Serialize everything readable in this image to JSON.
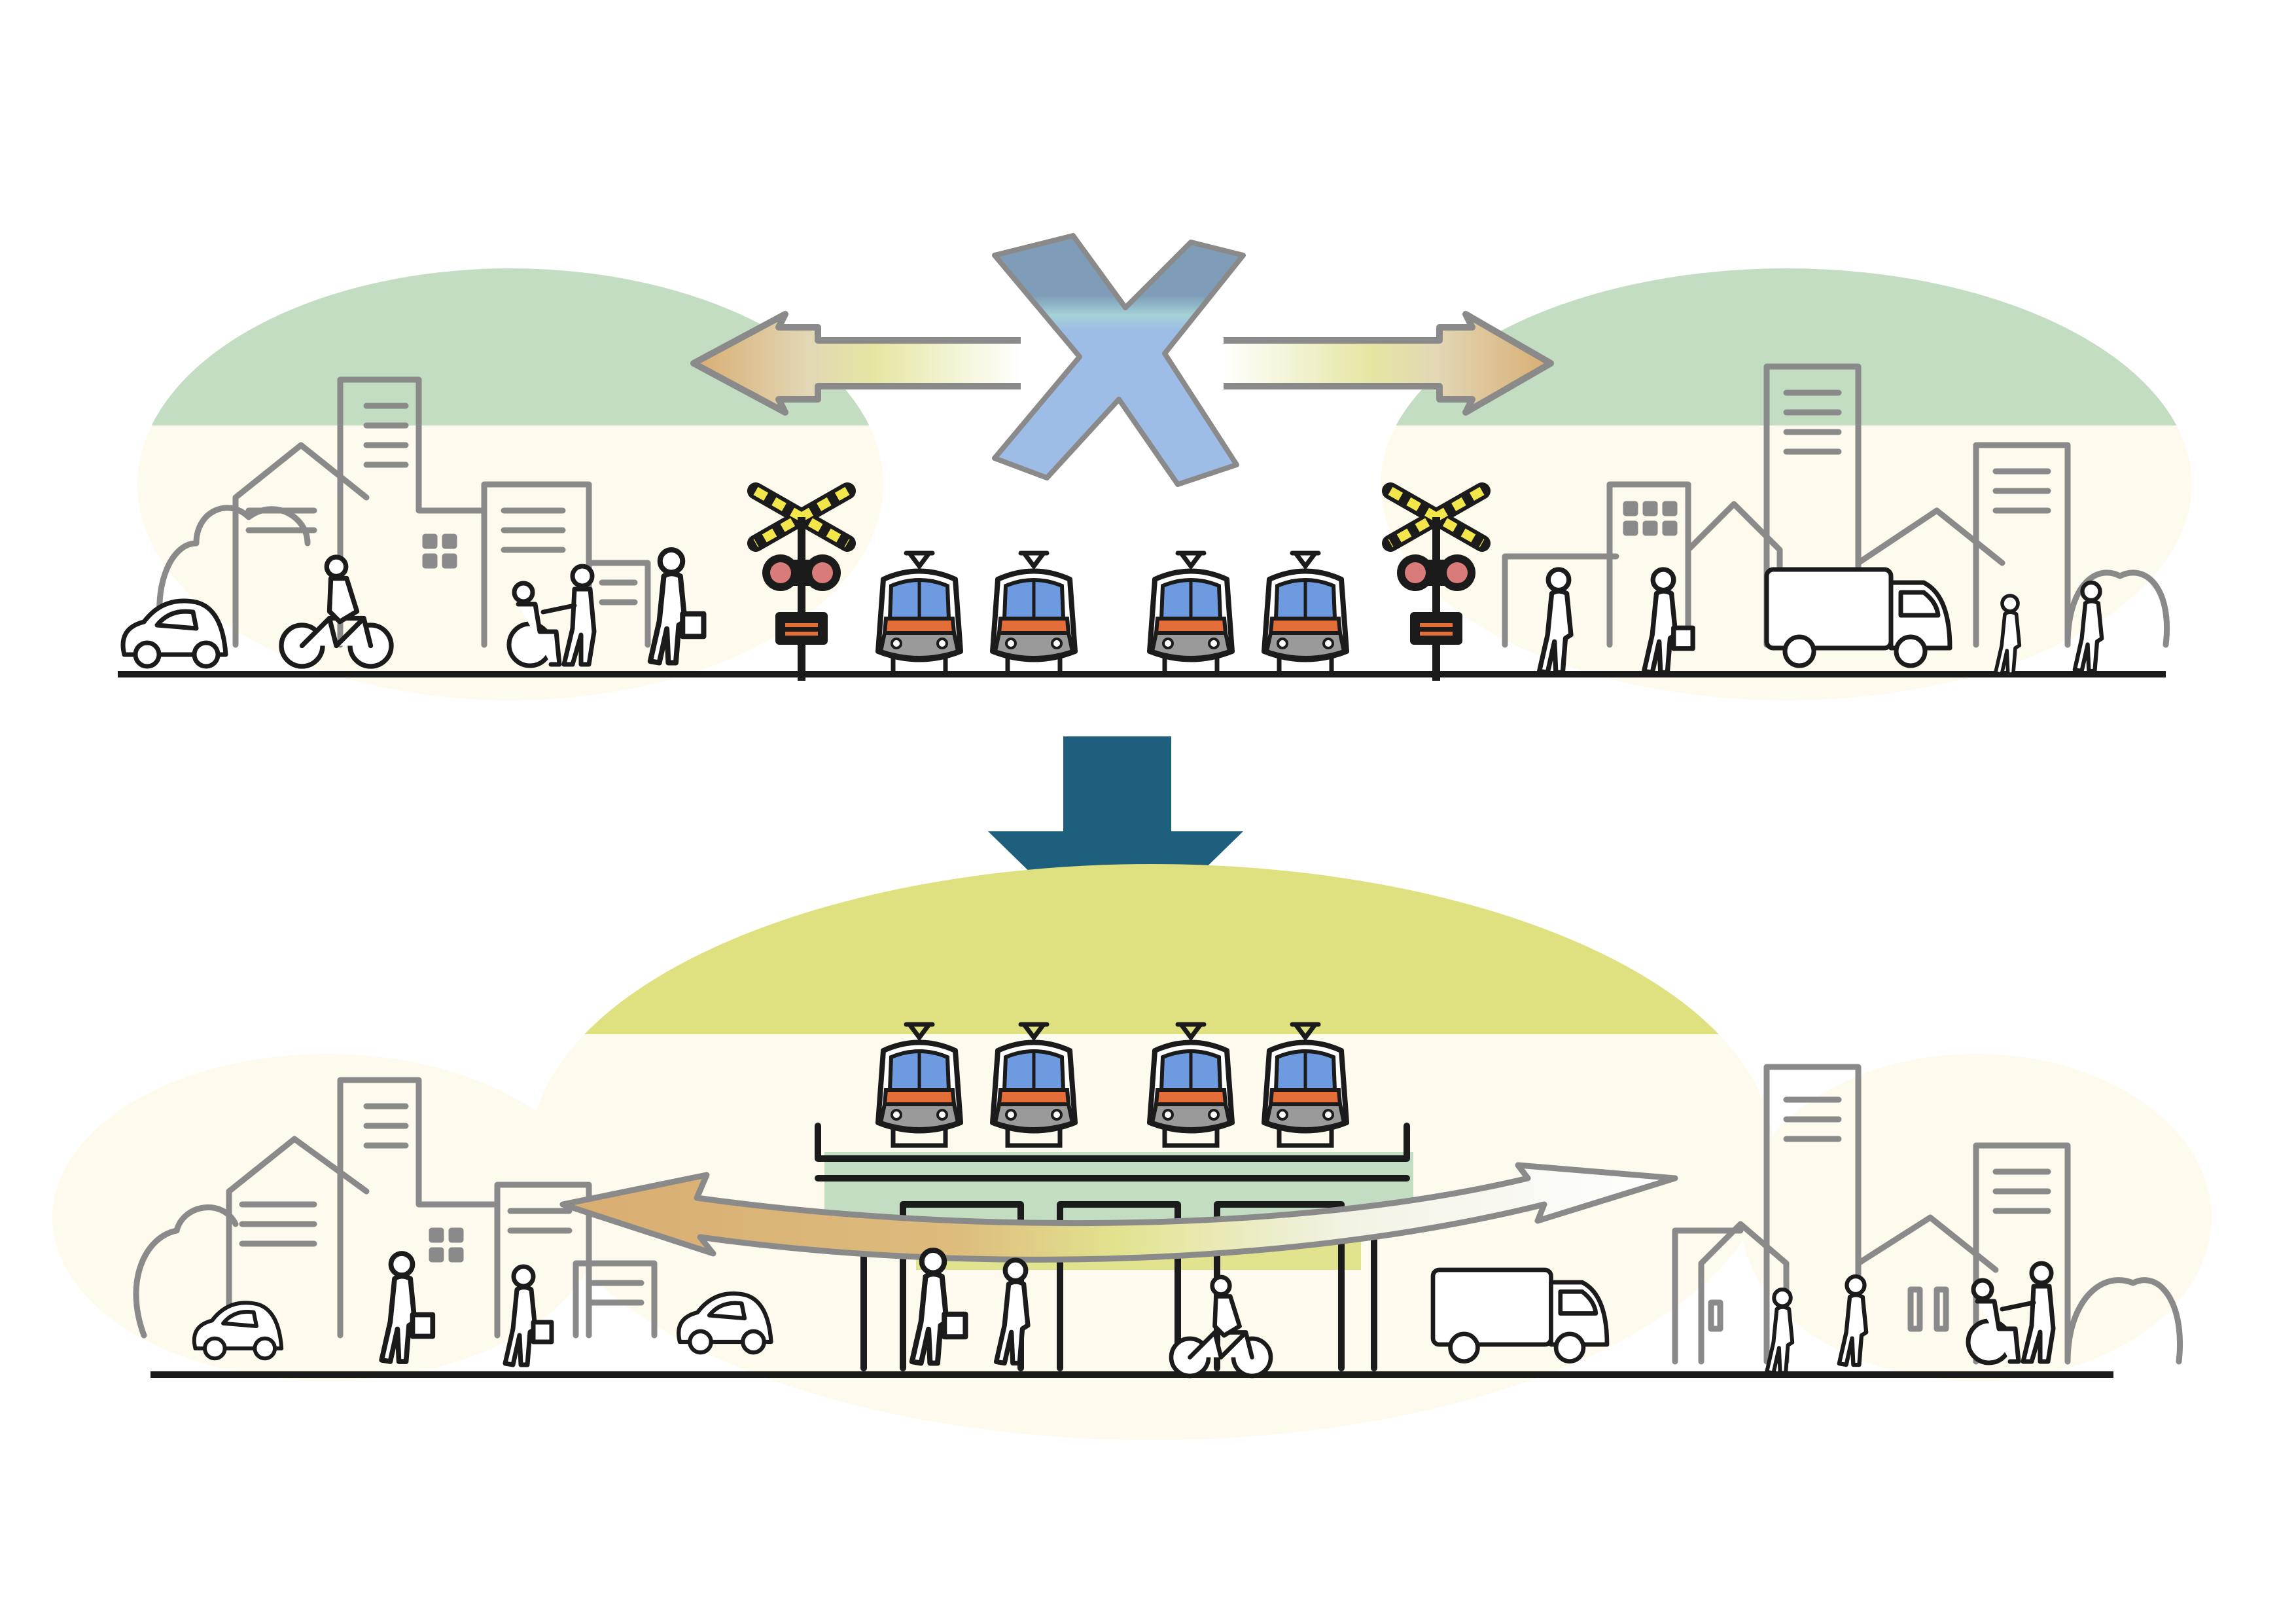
{
  "colors": {
    "background": "#ffffff",
    "sky_green": "#c3ddc2",
    "sky_yellow": "#dfe07f",
    "town_cream": "#fefaee",
    "line_gray": "#8a8a8a",
    "line_black": "#1b1b1b",
    "cross_blue": "#9dbde6",
    "cross_steel": "#7f9db8",
    "down_arrow": "#1f5f7e",
    "arrow_orange": "#d9ad72",
    "arrow_green": "#e2e38f",
    "train_blue": "#6e9be0",
    "train_orange": "#e36e38",
    "train_gray": "#9a9a9a",
    "viaduct_green": "#c3ddc2",
    "signal_red": "#d97b78",
    "signal_yellow": "#f2e64a"
  },
  "scenes": {
    "before": {
      "description_icons": [
        "level-crossing",
        "crossing-signal",
        "train",
        "car",
        "bicycle",
        "wheelchair",
        "pedestrian",
        "truck"
      ],
      "blocked_marker_icon": "x-mark-icon"
    },
    "after": {
      "description_icons": [
        "elevated-railway",
        "train",
        "car",
        "bicycle",
        "wheelchair",
        "pedestrian",
        "truck"
      ],
      "transition_icon": "down-arrow-icon"
    }
  }
}
